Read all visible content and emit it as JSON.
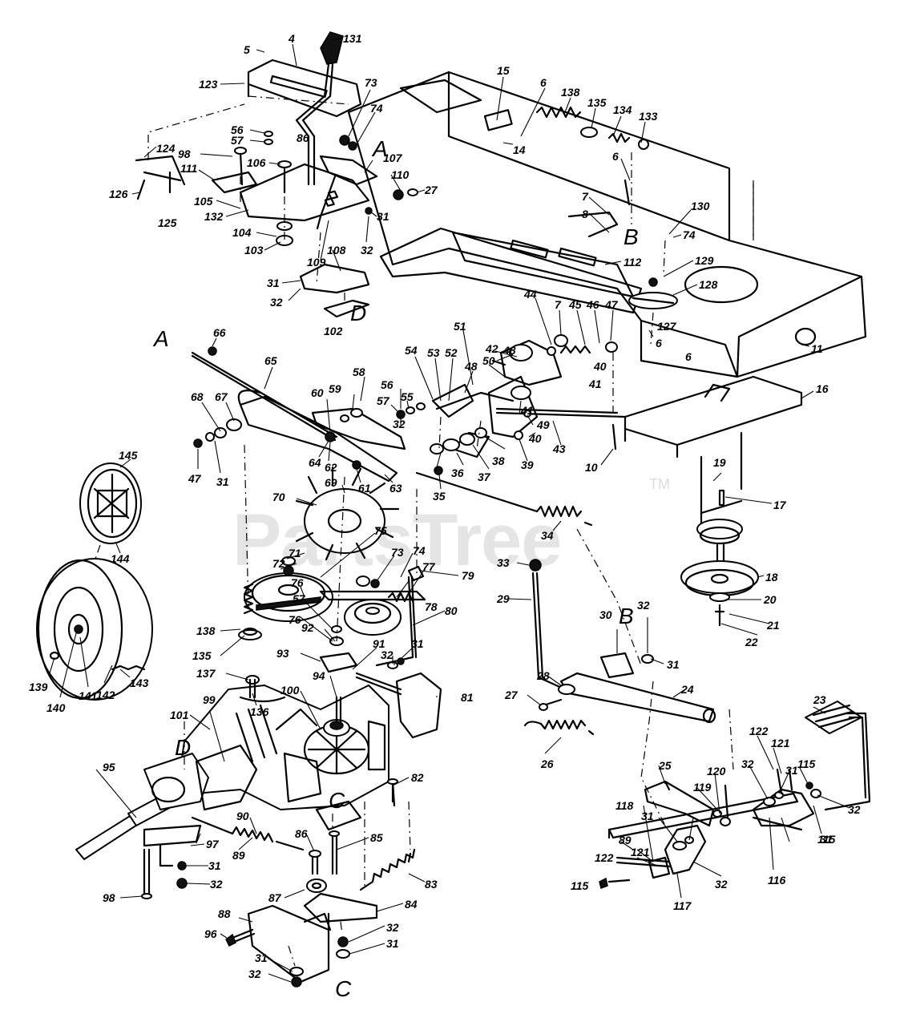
{
  "watermark": {
    "brand": "PartsTree",
    "mark": "TM"
  },
  "reference_letters": {
    "a1": "A",
    "a2": "A",
    "b1": "B",
    "b2": "B",
    "c1": "C",
    "c2": "C",
    "d1": "D",
    "d2": "D"
  },
  "callouts": {
    "c5": "5",
    "c4": "4",
    "c131": "131",
    "c123": "123",
    "c73a": "73",
    "c74a": "74",
    "c15": "15",
    "c6a": "6",
    "c138a": "138",
    "c135a": "135",
    "c134": "134",
    "c133": "133",
    "c56a": "56",
    "c57a": "57",
    "c86a": "86",
    "c124": "124",
    "c98a": "98",
    "c106": "106",
    "c107": "107",
    "c14": "14",
    "c110": "110",
    "c27a": "27",
    "c111": "111",
    "c126": "126",
    "c125": "125",
    "c105": "105",
    "c132": "132",
    "c31a": "31",
    "c6b": "6",
    "c7a": "7",
    "c8": "8",
    "c130": "130",
    "c74b": "74",
    "c104": "104",
    "c103": "103",
    "c32a": "32",
    "c108": "108",
    "c109": "109",
    "c112": "112",
    "c129": "129",
    "c128": "128",
    "c31b": "31",
    "c32b": "32",
    "c102": "102",
    "c66": "66",
    "c65": "65",
    "c44": "44",
    "c7b": "7",
    "c45": "45",
    "c46": "46",
    "c47a": "47",
    "c48a": "48",
    "c51": "51",
    "c42": "42",
    "c54": "54",
    "c53": "53",
    "c52": "52",
    "c48b": "48",
    "c50": "50",
    "c40a": "40",
    "c41a": "41",
    "c127": "127",
    "c11": "11",
    "c6c": "6",
    "c6d": "6",
    "c58": "58",
    "c60": "60",
    "c59": "59",
    "c56b": "56",
    "c55": "55",
    "c57b": "57",
    "c32c": "32",
    "c41b": "41",
    "c49": "49",
    "c40b": "40",
    "c16": "16",
    "c68": "68",
    "c67": "67",
    "c64": "64",
    "c62": "62",
    "c36": "36",
    "c37": "37",
    "c38": "38",
    "c39": "39",
    "c43": "43",
    "c10": "10",
    "c47b": "47",
    "c31c": "31",
    "c63": "63",
    "c61": "61",
    "c35": "35",
    "c19": "19",
    "c145": "145",
    "c69": "69",
    "c70": "70",
    "c17": "17",
    "c34": "34",
    "c144": "144",
    "c75": "75",
    "c71": "71",
    "c72": "72",
    "c73b": "73",
    "c74c": "74",
    "c77": "77",
    "c79": "79",
    "c33": "33",
    "c18": "18",
    "c76a": "76",
    "c78": "78",
    "c29": "29",
    "c20": "20",
    "c21": "21",
    "c22": "22",
    "c138b": "138",
    "c57c": "57",
    "c76b": "76",
    "c80": "80",
    "c92": "92",
    "c30": "30",
    "c32d": "32",
    "c91": "91",
    "c31d": "31",
    "c93": "93",
    "c32e": "32",
    "c31e": "31",
    "c135b": "135",
    "c94": "94",
    "c139": "139",
    "c140": "140",
    "c141": "141",
    "c142": "142",
    "c143": "143",
    "c137": "137",
    "c100": "100",
    "c28": "28",
    "c27b": "27",
    "c24": "24",
    "c81": "81",
    "c136": "136",
    "c101": "101",
    "c99": "99",
    "c23": "23",
    "c26": "26",
    "c122a": "122",
    "c121a": "121",
    "c25": "25",
    "c95": "95",
    "c82": "82",
    "c120": "120",
    "c119": "119",
    "c32f": "32",
    "c31f": "31",
    "c115a": "115",
    "c90": "90",
    "c97": "97",
    "c86b": "86",
    "c85": "85",
    "c118": "118",
    "c31g": "31",
    "c31h": "31",
    "c32g": "32",
    "c89a": "89",
    "c89b": "89",
    "c121b": "121",
    "c98b": "98",
    "c31i": "31",
    "c32h": "32",
    "c83": "83",
    "c87": "87",
    "c122b": "122",
    "c115b": "115",
    "c32i": "32",
    "c116": "116",
    "c117": "117",
    "c115c": "115",
    "c84": "84",
    "c88": "88",
    "c96": "96",
    "c32j": "32",
    "c31j": "31",
    "c31k": "31",
    "c32k": "32"
  }
}
